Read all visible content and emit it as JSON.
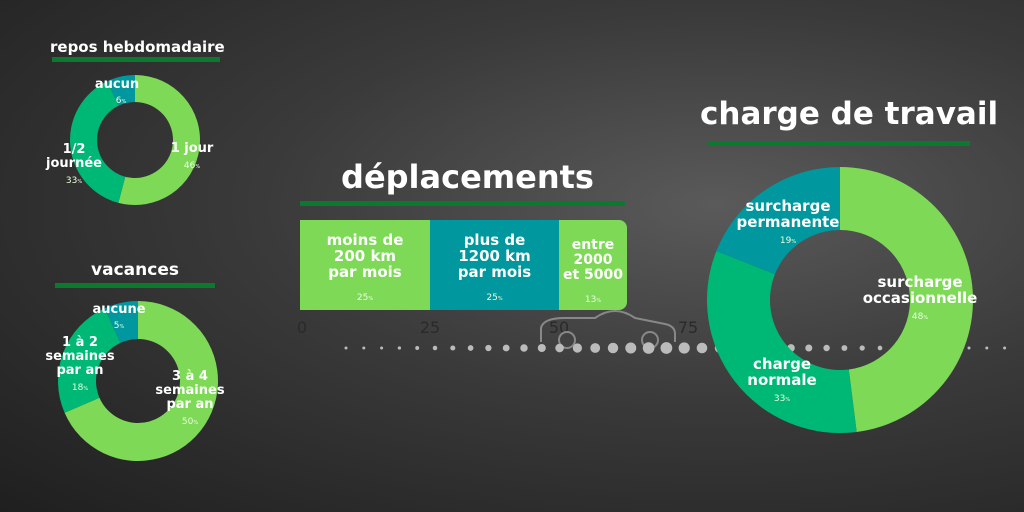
{
  "colors": {
    "light_green": "#7ed957",
    "mid_green": "#00b876",
    "teal": "#00979e",
    "underline": "#0b7a2e"
  },
  "repos": {
    "title": "repos hebdomadaire",
    "slices": [
      {
        "label": "1 jour",
        "value": 46,
        "color": "#7ed957"
      },
      {
        "label": "1/2 journée",
        "value": 33,
        "color": "#00b876"
      },
      {
        "label": "aucun",
        "value": 6,
        "color": "#00979e"
      }
    ]
  },
  "vacances": {
    "title": "vacances",
    "slices": [
      {
        "label": "3 à 4 semaines par an",
        "value": 50,
        "color": "#7ed957"
      },
      {
        "label": "1 à 2 semaines par an",
        "value": 18,
        "color": "#00b876"
      },
      {
        "label": "aucune",
        "value": 5,
        "color": "#00979e"
      }
    ]
  },
  "charge": {
    "title": "charge de travail",
    "slices": [
      {
        "label": "surcharge occasionnelle",
        "value": 48,
        "color": "#7ed957"
      },
      {
        "label": "charge normale",
        "value": 33,
        "color": "#00b876"
      },
      {
        "label": "surcharge permanente",
        "value": 19,
        "color": "#00979e"
      }
    ]
  },
  "deplacements": {
    "title": "déplacements",
    "segments": [
      {
        "label": "moins de 200 km par mois",
        "value": 25,
        "color": "#7ed957"
      },
      {
        "label": "plus de 1200 km par mois",
        "value": 25,
        "color": "#00979e"
      },
      {
        "label": "entre 2000 et 5000",
        "value": 13,
        "color": "#7ed957"
      }
    ],
    "ticks": [
      "0",
      "25",
      "50",
      "75"
    ]
  },
  "pct_sign": "%"
}
